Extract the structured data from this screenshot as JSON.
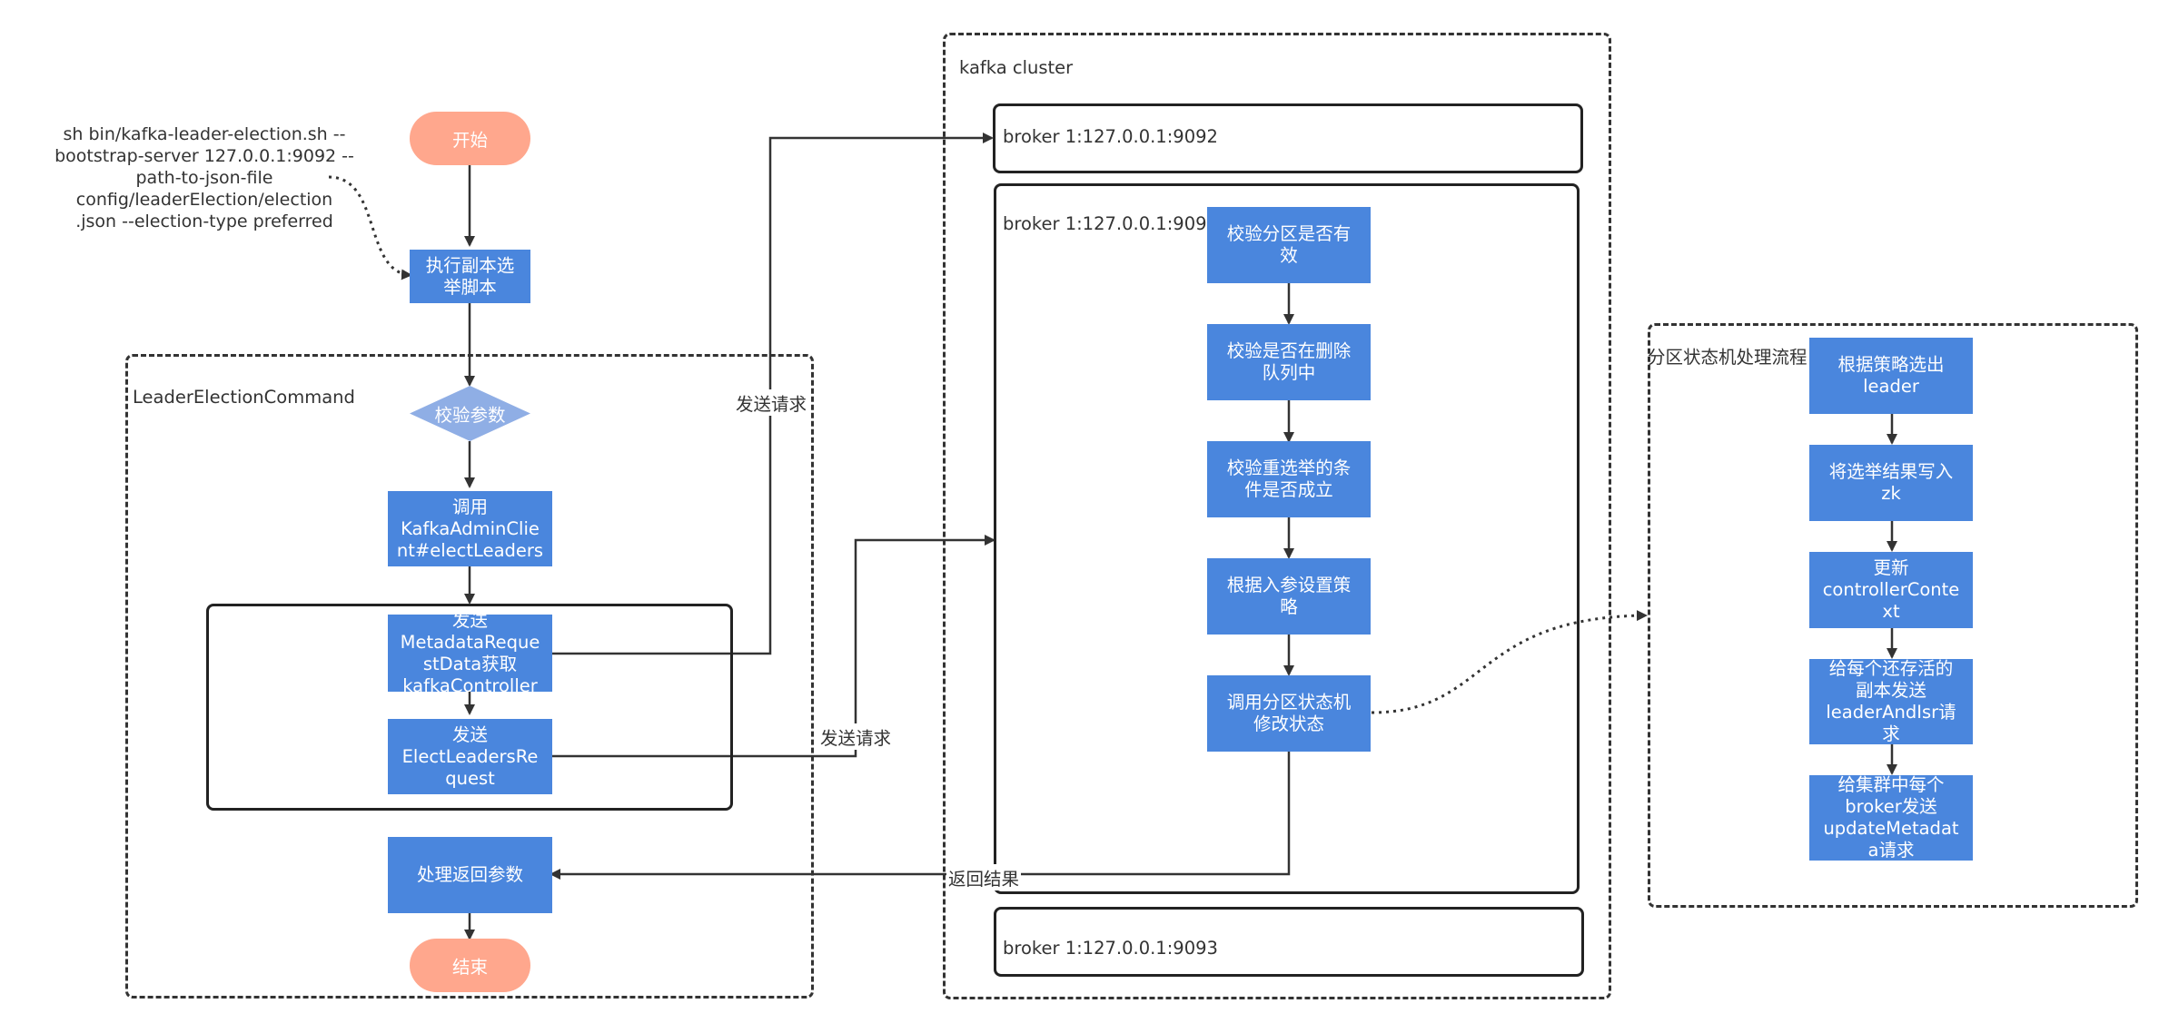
{
  "note": {
    "lines": [
      "sh bin/kafka-leader-election.sh --",
      "bootstrap-server 127.0.0.1:9092 --",
      "path-to-json-file",
      "config/leaderElection/election",
      ".json --election-type preferred"
    ]
  },
  "containers": {
    "leader_election_command": "LeaderElectionCommand",
    "kafka_cluster": "kafka cluster",
    "broker_1": "broker 1:127.0.0.1:9092",
    "broker_2": "broker 1:127.0.0.1:9093",
    "broker_3": "broker 1:127.0.0.1:9093",
    "state_machine": "分区状态机处理流程"
  },
  "client_flow": {
    "start": "开始",
    "run_script": [
      "执行副本选",
      "举脚本"
    ],
    "validate_params": "校验参数",
    "call_admin_client": [
      "调用",
      "KafkaAdminClie",
      "nt#electLeaders"
    ],
    "send_metadata": [
      "发送",
      "MetadataReque",
      "stData获取",
      "kafkaController"
    ],
    "send_elect": [
      "发送",
      "ElectLeadersRe",
      "quest"
    ],
    "handle_result": "处理返回参数",
    "end": "结束"
  },
  "broker_flow": {
    "step1": [
      "校验分区是否有",
      "效"
    ],
    "step2": [
      "校验是否在删除",
      "队列中"
    ],
    "step3": [
      "校验重选举的条",
      "件是否成立"
    ],
    "step4": [
      "根据入参设置策",
      "略"
    ],
    "step5": [
      "调用分区状态机",
      "修改状态"
    ]
  },
  "state_flow": {
    "step1": [
      "根据策略选出",
      "leader"
    ],
    "step2": [
      "将选举结果写入",
      "zk"
    ],
    "step3": [
      "更新",
      "controllerConte",
      "xt"
    ],
    "step4": [
      "给每个还存活的",
      "副本发送",
      "leaderAndIsr请",
      "求"
    ],
    "step5": [
      "给集群中每个",
      "broker发送",
      "updateMetadat",
      "a请求"
    ]
  },
  "edge_labels": {
    "send_request_1": "发送请求",
    "send_request_2": "发送请求",
    "return_result": "返回结果"
  },
  "colors": {
    "process": "#4a86dd",
    "terminal": "#ffa78d",
    "decision": "#8faee5",
    "line": "#333333"
  }
}
